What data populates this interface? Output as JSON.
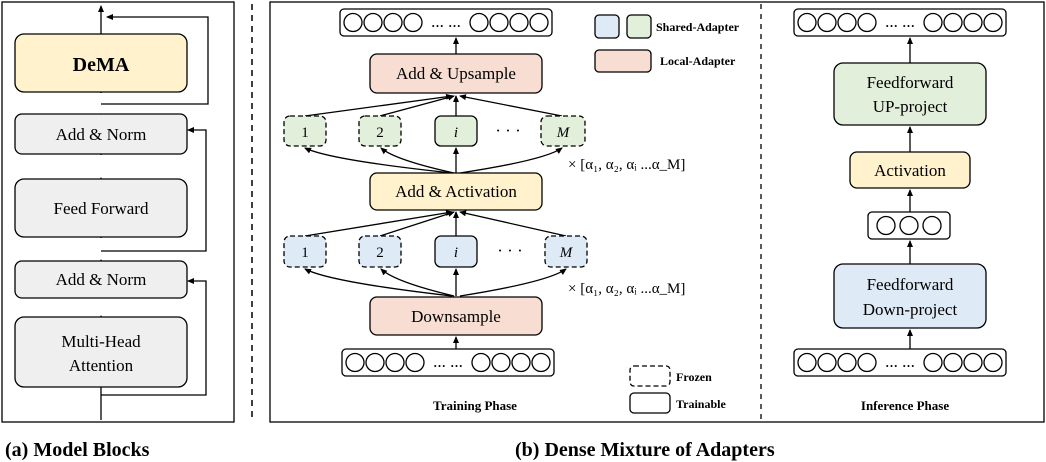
{
  "model_blocks": {
    "dema": "DeMA",
    "add_norm_top": "Add & Norm",
    "feed_forward": "Feed Forward",
    "add_norm_bottom": "Add & Norm",
    "mha_line1": "Multi-Head",
    "mha_line2": "Attention",
    "caption": "(a) Model Blocks"
  },
  "legend": {
    "shared": "Shared-Adapter",
    "local": "Local-Adapter",
    "frozen": "Frozen",
    "trainable": "Trainable"
  },
  "training": {
    "title": "Training Phase",
    "add_upsample": "Add & Upsample",
    "add_activation": "Add & Activation",
    "downsample": "Downsample",
    "adapters_up": [
      "1",
      "2",
      "i",
      "M"
    ],
    "adapters_down": [
      "1",
      "2",
      "i",
      "M"
    ],
    "dots": "· · ·",
    "seq_dots": "... ...",
    "alpha_label": "× [α₁, α₂, αᵢ  ...α_M]"
  },
  "inference": {
    "title": "Inference Phase",
    "ff_up_line1": "Feedforward",
    "ff_up_line2": "UP-project",
    "activation": "Activation",
    "ff_down_line1": "Feedforward",
    "ff_down_line2": "Down-project",
    "seq_dots": "... ..."
  },
  "caption_b": "(b) Dense Mixture of Adapters",
  "colors": {
    "yellow": "#FFF2CC",
    "yellow_stroke": "#000000",
    "gray": "#EFEFEF",
    "green": "#E2EFDA",
    "blue": "#DEEBF7",
    "pink": "#F8DDD2"
  }
}
